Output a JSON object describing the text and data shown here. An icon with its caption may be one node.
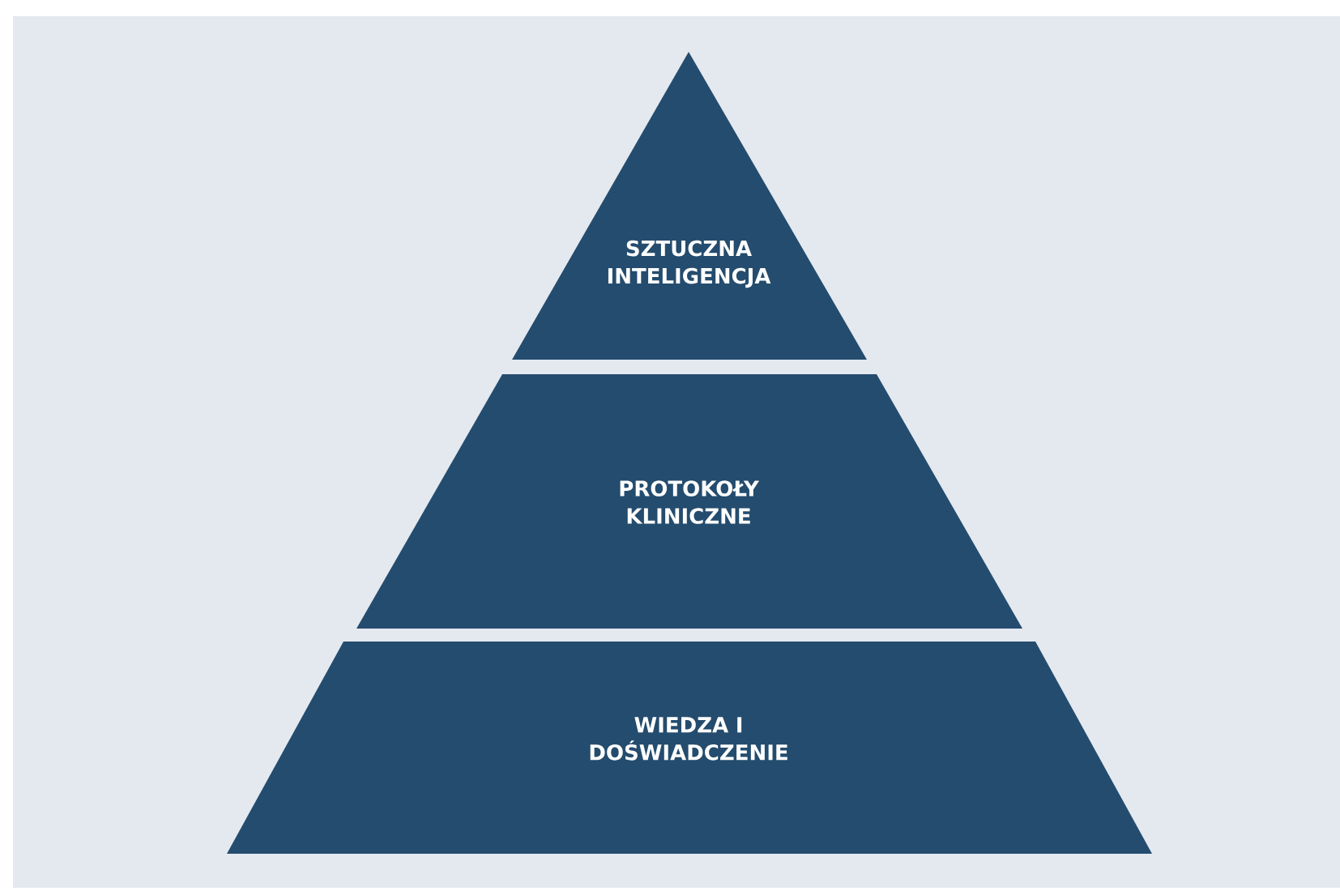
{
  "diagram": {
    "nodes": [
      {
        "text": [
          "SZTUCZNA INTELIGENCJA"
        ]
      },
      {
        "text": [
          "PROTOKOŁY KLINICZNE"
        ]
      },
      {
        "text": [
          "WIEDZA I DOŚWIADCZENIE"
        ]
      }
    ]
  }
}
